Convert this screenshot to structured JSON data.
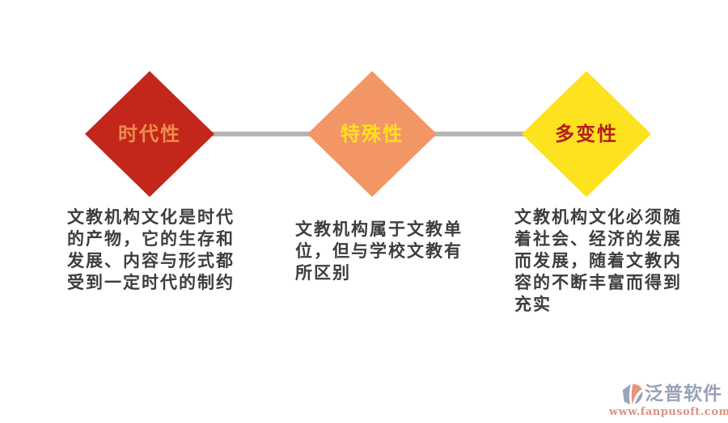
{
  "page": {
    "background_color": "#ffffff"
  },
  "diagram": {
    "type": "process-diamond-row",
    "connector_color": "#b5b5b5",
    "description_color": "#3d3d3d",
    "nodes": [
      {
        "label": "时代性",
        "diamond_color": "#c3261b",
        "label_color": "#ed8c4d",
        "description": "文教机构文化是时代\n的产物，它的生存和\n发展、内容与形式都\n受到一定时代的制约"
      },
      {
        "label": "特殊性",
        "diamond_color": "#f39666",
        "label_color": "#ffe01e",
        "description": "文教机构属于文教单\n位，但与学校文教有\n所区别"
      },
      {
        "label": "多变性",
        "diamond_color": "#fde21f",
        "label_color": "#b51e1e",
        "description": "文教机构文化必须随\n着社会、经济的发展\n而发展，随着文教内\n容的不断丰富而得到\n充实"
      }
    ]
  },
  "watermark": {
    "brand": "泛普软件",
    "url": "www.fanpusoft.com",
    "brand_color": "#98a2b8",
    "url_color": "#dd9182",
    "icon_name": "fanpu-logo-icon",
    "icon_primary_color": "#9aa4b9",
    "icon_accent_color": "#e8937a"
  }
}
